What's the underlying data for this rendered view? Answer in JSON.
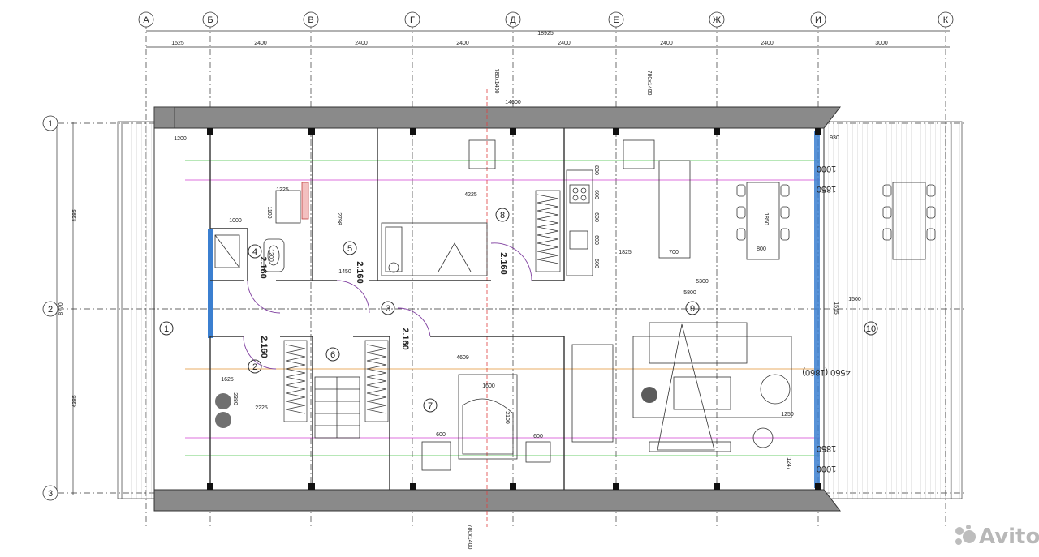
{
  "axes_letters": [
    "А",
    "Б",
    "В",
    "Г",
    "Д",
    "Е",
    "Ж",
    "И",
    "К"
  ],
  "axes_numbers": [
    "1",
    "2",
    "3"
  ],
  "top_dimensions": [
    "1525",
    "2400",
    "2400",
    "2400",
    "2400",
    "2400",
    "2400",
    "3000"
  ],
  "overall_width": "18925",
  "inner_width": "14600",
  "left_dimensions": [
    "4385",
    "4385"
  ],
  "left_total": "8770",
  "rooms": [
    "1",
    "2",
    "3",
    "4",
    "5",
    "6",
    "7",
    "8",
    "9",
    "10"
  ],
  "room_heights": {
    "r4": "2.160",
    "r5": "2.160",
    "r8": "2.160",
    "r2": "2.160",
    "r3": "2.160"
  },
  "window_marks": [
    "780x1400",
    "780x1400",
    "780x1400"
  ],
  "interior_dims": {
    "d1200": "1200",
    "d1225": "1225",
    "d1000": "1000",
    "d1100": "1100",
    "d2798": "2798",
    "d1200b": "1200",
    "d1450": "1450",
    "d4225": "4225",
    "d1825": "1825",
    "d700": "700",
    "d800": "800",
    "d5300": "5300",
    "d5800": "5800",
    "d1850": "1850",
    "d1500": "1500",
    "d4609": "4609",
    "d1625": "1625",
    "d2225": "2225",
    "d2380": "2380",
    "d1600": "1600",
    "d2100": "2100",
    "d600a": "600",
    "d600b": "600",
    "d1250": "1250",
    "d1247": "1247",
    "d830": "830",
    "d600k1": "600",
    "d600k2": "600",
    "d600k3": "600",
    "d600k4": "600",
    "d1515": "1515",
    "d930": "930"
  },
  "rotated_dims": {
    "r1000a": "1000",
    "r1850a": "1850",
    "r4560": "4560 (1860)",
    "r1850b": "1850",
    "r1000b": "1000"
  },
  "watermark": "Avito",
  "colors": {
    "wall": "#8a8a8a",
    "window": "#3b7fd0",
    "green": "#3fbf3f",
    "magenta": "#d040d0",
    "orange": "#e09030",
    "red": "#e04040"
  }
}
